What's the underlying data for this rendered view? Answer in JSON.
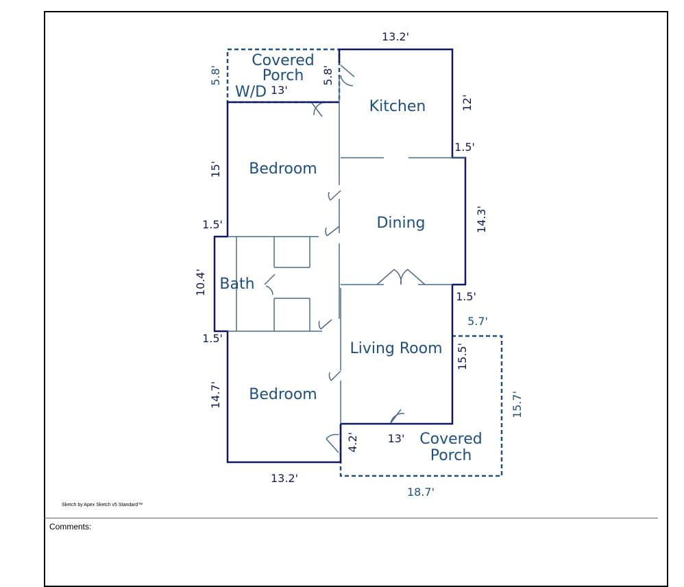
{
  "rooms": {
    "covered_porch_top_line1": "Covered",
    "covered_porch_top_line2": "Porch",
    "wd": "W/D",
    "kitchen": "Kitchen",
    "bedroom_top": "Bedroom",
    "dining": "Dining",
    "bath": "Bath",
    "living_room": "Living Room",
    "bedroom_bottom": "Bedroom",
    "covered_porch_bottom_line1": "Covered",
    "covered_porch_bottom_line2": "Porch"
  },
  "dimensions": {
    "top_width": "13.2'",
    "porch_top_left_height": "5.8'",
    "porch_top_inner_height": "5.8'",
    "porch_top_width": "13'",
    "kitchen_right": "12'",
    "kitchen_step": "1.5'",
    "bedroom_top_height": "15'",
    "dining_right": "14.3'",
    "left_step_top": "1.5'",
    "bath_height": "10.4'",
    "dining_step": "1.5'",
    "porch_bottom_top": "5.7'",
    "left_step_bottom": "1.5'",
    "living_right": "15.5'",
    "porch_bottom_right": "15.7'",
    "bedroom_bottom_height": "14.7'",
    "porch_bottom_left": "4.2'",
    "porch_bottom_inner": "13'",
    "bottom_width": "13.2'",
    "porch_bottom_width": "18.7'"
  },
  "footer": {
    "sketch_note": "Sketch by Apex Sketch v5 Standard™",
    "comments_label": "Comments:"
  },
  "colors": {
    "exterior_wall": "#0f1760",
    "interior_wall": "#4a6a8a",
    "porch_outline": "#1d4f7f",
    "room_text": "#1d4f7f"
  }
}
